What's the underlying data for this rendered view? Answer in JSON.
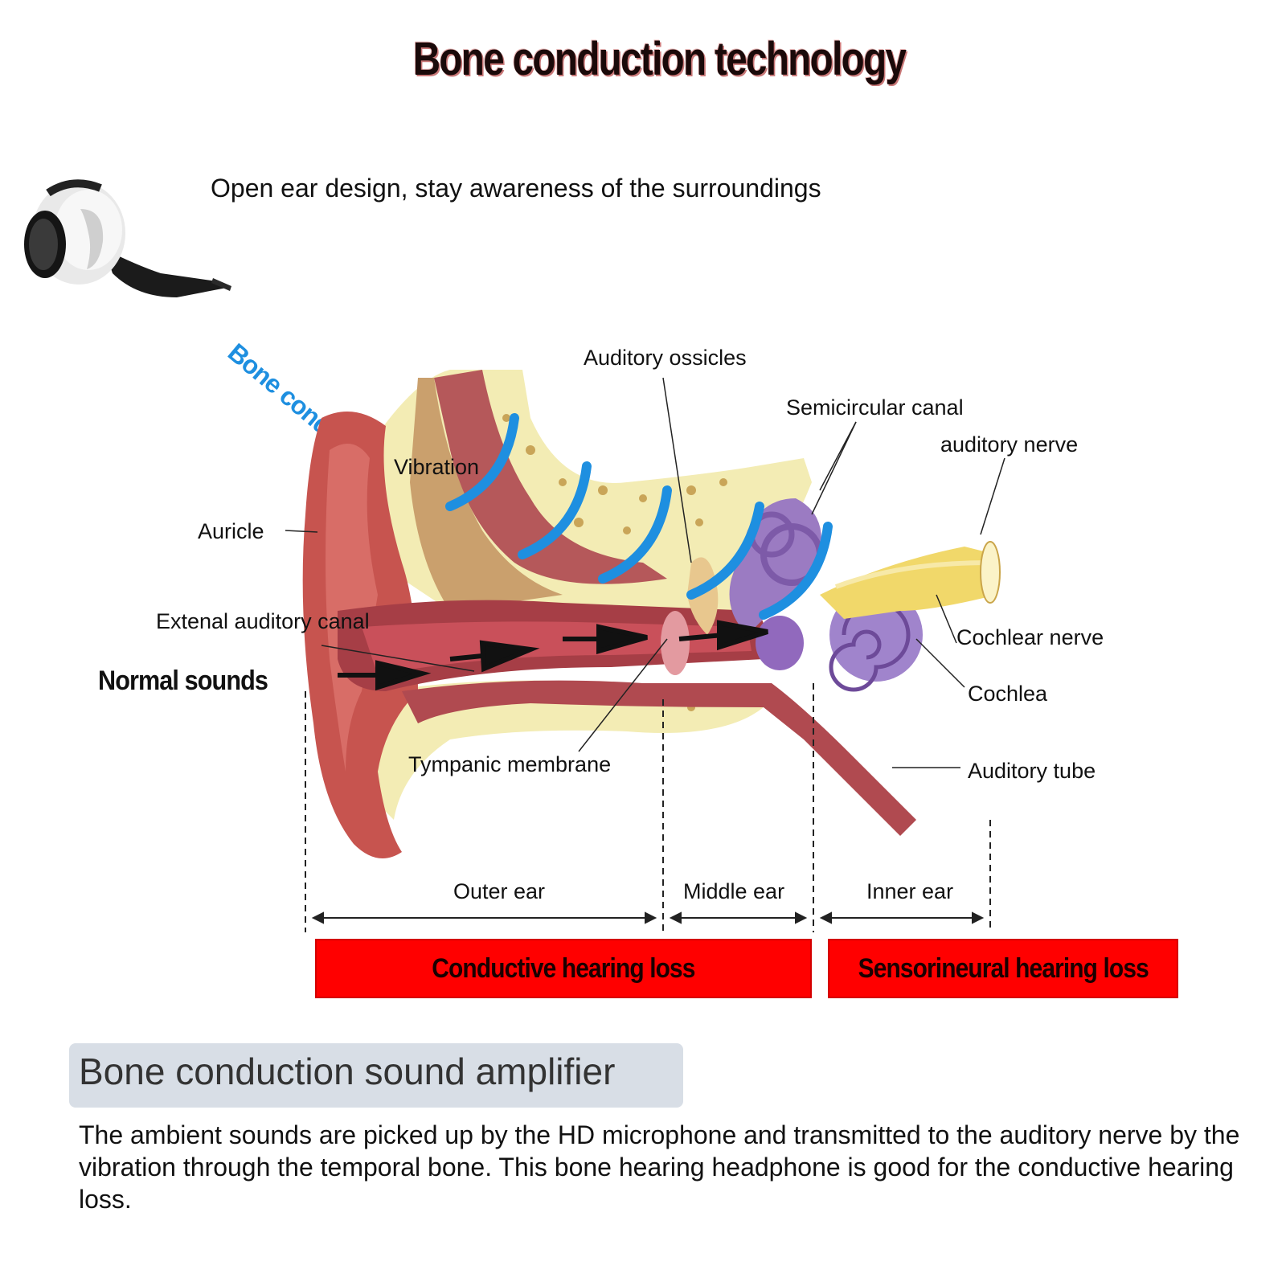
{
  "title": "Bone conduction technology",
  "subtitle": "Open ear design, stay awareness of the surroundings",
  "bone_conduction_label": "Bone conduction",
  "labels": {
    "vibration": "Vibration",
    "auditory_ossicles": "Auditory ossicles",
    "semicircular_canal": "Semicircular canal",
    "auditory_nerve": "auditory nerve",
    "auricle": "Auricle",
    "external_auditory_canal": "Extenal auditory canal",
    "normal_sounds": "Normal sounds",
    "cochlear_nerve": "Cochlear nerve",
    "cochlea": "Cochlea",
    "tympanic_membrane": "Tympanic membrane",
    "auditory_tube": "Auditory tube",
    "outer_ear": "Outer ear",
    "middle_ear": "Middle ear",
    "inner_ear": "Inner ear"
  },
  "hearing_loss": {
    "conductive": "Conductive hearing loss",
    "sensorineural": "Sensorineural hearing loss"
  },
  "amplifier": {
    "title": "Bone conduction sound amplifier",
    "description": "The ambient sounds are picked up by the HD microphone and transmitted to the auditory nerve by the vibration through the temporal bone. This bone hearing headphone is good for the conductive hearing loss."
  },
  "colors": {
    "vibration_wave": "#1e8fe0",
    "hearing_loss_box": "#ff0000",
    "amplifier_box": "#d8dee6"
  }
}
